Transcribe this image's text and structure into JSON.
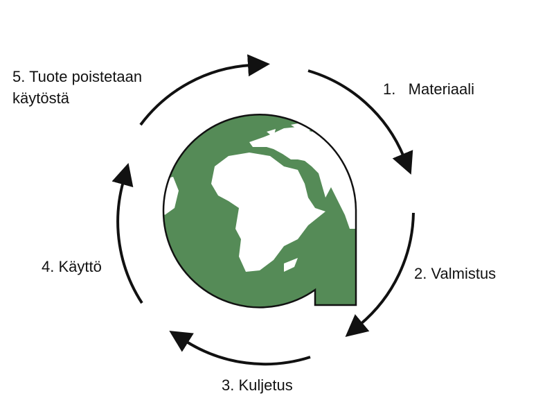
{
  "title": "Tuotteen elinkaari",
  "steps": [
    {
      "label": "1.   Materiaali"
    },
    {
      "label": "2. Valmistus"
    },
    {
      "label": "3. Kuljetus"
    },
    {
      "label": "4. Käyttö"
    },
    {
      "label_line1": "5. Tuote poistetaan",
      "label_line2": "käytöstä"
    }
  ],
  "colors": {
    "globe": "#558b57",
    "land": "#ffffff",
    "arrow": "#111111"
  },
  "icons": {
    "center": "globe-icon"
  }
}
